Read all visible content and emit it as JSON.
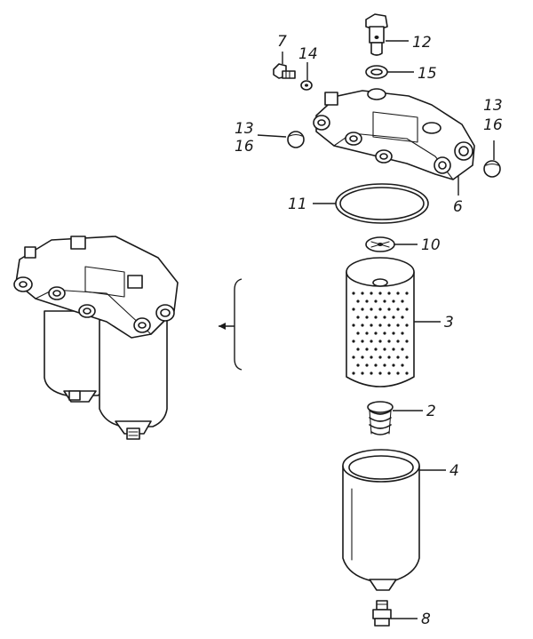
{
  "diagram": {
    "callouts": {
      "c12": "12",
      "c7": "7",
      "c14": "14",
      "c15": "15",
      "c13_right": "13",
      "c16_right": "16",
      "c13_left": "13",
      "c16_left": "16",
      "c6": "6",
      "c11": "11",
      "c10": "10",
      "c3": "3",
      "c2": "2",
      "c4": "4",
      "c8": "8"
    }
  }
}
